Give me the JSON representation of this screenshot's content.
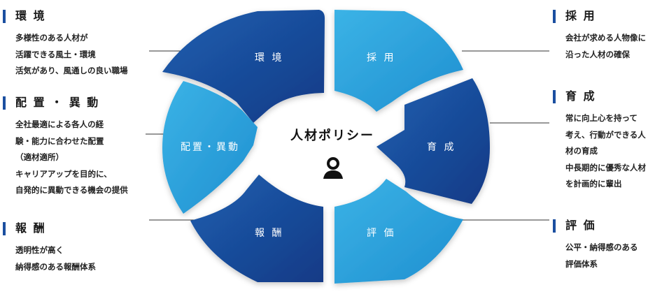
{
  "colors": {
    "light_blue": "#2ea3d9",
    "dark_blue": "#1b3f8f",
    "accent_bar": "#1b4fa0"
  },
  "center": {
    "title": "人材ポリシー",
    "icon": "person-icon"
  },
  "segments": [
    {
      "key": "environment",
      "label": "環 境",
      "color": "dark"
    },
    {
      "key": "recruitment",
      "label": "採 用",
      "color": "light"
    },
    {
      "key": "development",
      "label": "育 成",
      "color": "dark"
    },
    {
      "key": "evaluation",
      "label": "評 価",
      "color": "light"
    },
    {
      "key": "compensation",
      "label": "報 酬",
      "color": "dark"
    },
    {
      "key": "placement",
      "label": "配置・異動",
      "color": "light"
    }
  ],
  "blocks": {
    "environment": {
      "heading": "環 境",
      "lines": [
        "多様性のある人材が",
        "活躍できる風土・環境",
        "活気があり、風通しの良い職場"
      ]
    },
    "placement": {
      "heading": "配 置 ・ 異 動",
      "lines": [
        "全社最適による各人の経",
        "験・能力に合わせた配置",
        "（適材適所）",
        "キャリアアップを目的に、",
        "自発的に異動できる機会の提供"
      ]
    },
    "compensation": {
      "heading": "報 酬",
      "lines": [
        "透明性が高く",
        "納得感のある報酬体系"
      ]
    },
    "recruitment": {
      "heading": "採 用",
      "lines": [
        "会社が求める人物像に",
        "沿った人材の確保"
      ]
    },
    "development": {
      "heading": "育 成",
      "lines": [
        "常に向上心を持って",
        "考え、行動ができる人",
        "材の育成",
        "中長期的に優秀な人材",
        "を計画的に輩出"
      ]
    },
    "evaluation": {
      "heading": "評 価",
      "lines": [
        "公平・納得感のある",
        "評価体系"
      ]
    }
  }
}
